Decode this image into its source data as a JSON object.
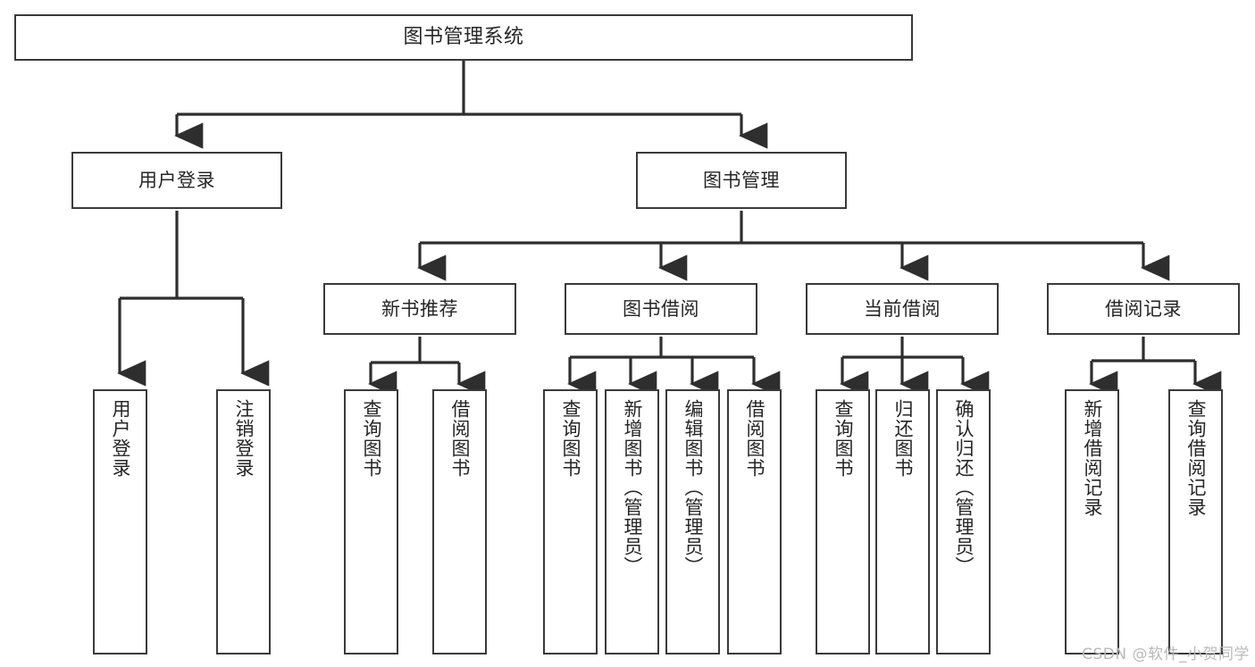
{
  "diagram": {
    "title": "图书管理系统",
    "type": "tree-hierarchy-functional-decomposition",
    "colors": {
      "background": "#ffffff",
      "box_border": "#3a3a3a",
      "box_fill": "#ffffff",
      "text": "#262626",
      "edge": "#2e2e2e",
      "watermark": "#b9b9b9"
    },
    "root": {
      "label": "图书管理系统"
    },
    "level2": [
      {
        "label": "用户登录"
      },
      {
        "label": "图书管理"
      }
    ],
    "level3": [
      {
        "label": "新书推荐"
      },
      {
        "label": "图书借阅"
      },
      {
        "label": "当前借阅"
      },
      {
        "label": "借阅记录"
      }
    ],
    "leaves": {
      "user_login": [
        {
          "label": "用户登录"
        },
        {
          "label": "注销登录"
        }
      ],
      "new_book_recommend": [
        {
          "label": "查询图书"
        },
        {
          "label": "借阅图书"
        }
      ],
      "book_borrow": [
        {
          "label": "查询图书"
        },
        {
          "label": "新增图书（管理员）"
        },
        {
          "label": "编辑图书（管理员）"
        },
        {
          "label": "借阅图书"
        }
      ],
      "current_borrow": [
        {
          "label": "查询图书"
        },
        {
          "label": "归还图书"
        },
        {
          "label": "确认归还（管理员）"
        }
      ],
      "borrow_records": [
        {
          "label": "新增借阅记录"
        },
        {
          "label": "查询借阅记录"
        }
      ]
    },
    "watermark": "CSDN @软件_小贺同学"
  }
}
